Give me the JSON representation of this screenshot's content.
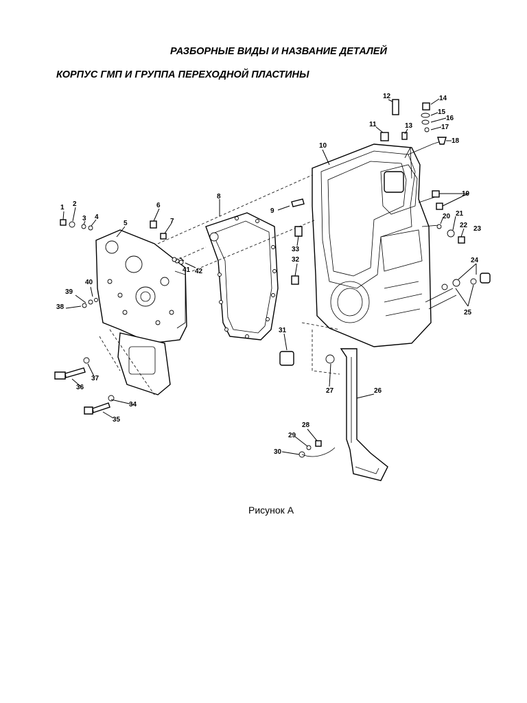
{
  "title": "РАЗБОРНЫЕ ВИДЫ И НАЗВАНИЕ ДЕТАЛЕЙ",
  "subtitle": "КОРПУС ГМП И ГРУППА ПЕРЕХОДНОЙ ПЛАСТИНЫ",
  "caption": "Рисунок А",
  "part_labels": [
    "1",
    "2",
    "3",
    "4",
    "5",
    "6",
    "7",
    "8",
    "9",
    "10",
    "11",
    "12",
    "13",
    "14",
    "15",
    "16",
    "17",
    "18",
    "19",
    "20",
    "21",
    "22",
    "23",
    "24",
    "25",
    "26",
    "27",
    "28",
    "29",
    "30",
    "31",
    "32",
    "33",
    "34",
    "35",
    "36",
    "37",
    "38",
    "39",
    "40",
    "41",
    "42"
  ]
}
